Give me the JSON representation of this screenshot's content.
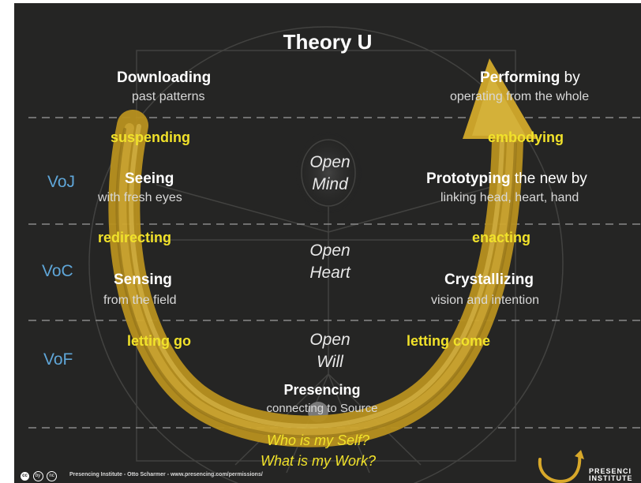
{
  "title": "Theory U",
  "left": {
    "downloading": {
      "title": "Downloading",
      "subtitle": "past patterns"
    },
    "suspending": "suspending",
    "seeing": {
      "title": "Seeing",
      "subtitle": "with fresh eyes"
    },
    "redirecting": "redirecting",
    "sensing": {
      "title": "Sensing",
      "subtitle": "from the field"
    },
    "letting_go": "letting go"
  },
  "right": {
    "performing": {
      "title": "Performing",
      "title_suffix": " by",
      "subtitle": "operating from the whole"
    },
    "embodying": "embodying",
    "prototyping": {
      "title": "Prototyping",
      "title_suffix": " the new by",
      "subtitle": "linking head, heart, hand"
    },
    "enacting": "enacting",
    "crystallizing": {
      "title": "Crystallizing",
      "subtitle": "vision and intention"
    },
    "letting_come": "letting come"
  },
  "voices": [
    "VoJ",
    "VoC",
    "VoF"
  ],
  "center": {
    "mind": [
      "Open",
      "Mind"
    ],
    "heart": [
      "Open",
      "Heart"
    ],
    "will": [
      "Open",
      "Will"
    ]
  },
  "presencing": {
    "title": "Presencing",
    "subtitle": "connecting to Source"
  },
  "questions": [
    "Who is my Self?",
    "What is my Work?"
  ],
  "footer": {
    "cc_icons": [
      "cc",
      "by",
      "nc"
    ],
    "credit": "Presencing Institute - Otto Scharmer - www.presencing.com/permissions/"
  },
  "logo": {
    "line1": "PRESENCI",
    "line2": "INSTITUTE"
  },
  "colors": {
    "background": "#252524",
    "arrow": "#c9a22a",
    "yellow_text": "#f1e22a",
    "voice_blue": "#5fa6d8",
    "dashed_line": "#8a8a8a"
  }
}
